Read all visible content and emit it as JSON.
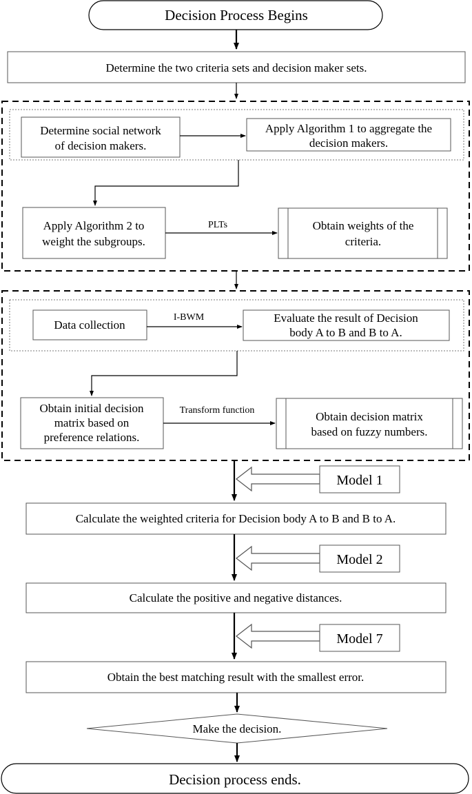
{
  "nodes": {
    "start": "Decision Process Begins",
    "determine_sets": "Determine the two criteria sets and decision maker sets.",
    "social_network_1": "Determine social network",
    "social_network_2": "of decision makers.",
    "algorithm1_1": "Apply Algorithm 1 to aggregate the",
    "algorithm1_2": "decision makers.",
    "algorithm2_1": "Apply Algorithm 2 to",
    "algorithm2_2": "weight the subgroups.",
    "weights_1": "Obtain weights of the",
    "weights_2": "criteria.",
    "data_collection": "Data collection",
    "evaluate_1": "Evaluate the result of Decision",
    "evaluate_2": "body A to B and B to A.",
    "initial_matrix_1": "Obtain initial decision",
    "initial_matrix_2": "matrix based on",
    "initial_matrix_3": "preference relations.",
    "fuzzy_matrix_1": "Obtain decision matrix",
    "fuzzy_matrix_2": "based on fuzzy numbers.",
    "weighted_criteria": "Calculate the weighted criteria for Decision body A to B and B to A.",
    "distances": "Calculate the positive and negative distances.",
    "best_matching": "Obtain the best matching result with the smallest error.",
    "decision": "Make the decision.",
    "end": "Decision process ends."
  },
  "edge_labels": {
    "plts": "PLTs",
    "ibwm": "I-BWM",
    "transform": "Transform function"
  },
  "models": {
    "model1": "Model 1",
    "model2": "Model 2",
    "model7": "Model 7"
  }
}
